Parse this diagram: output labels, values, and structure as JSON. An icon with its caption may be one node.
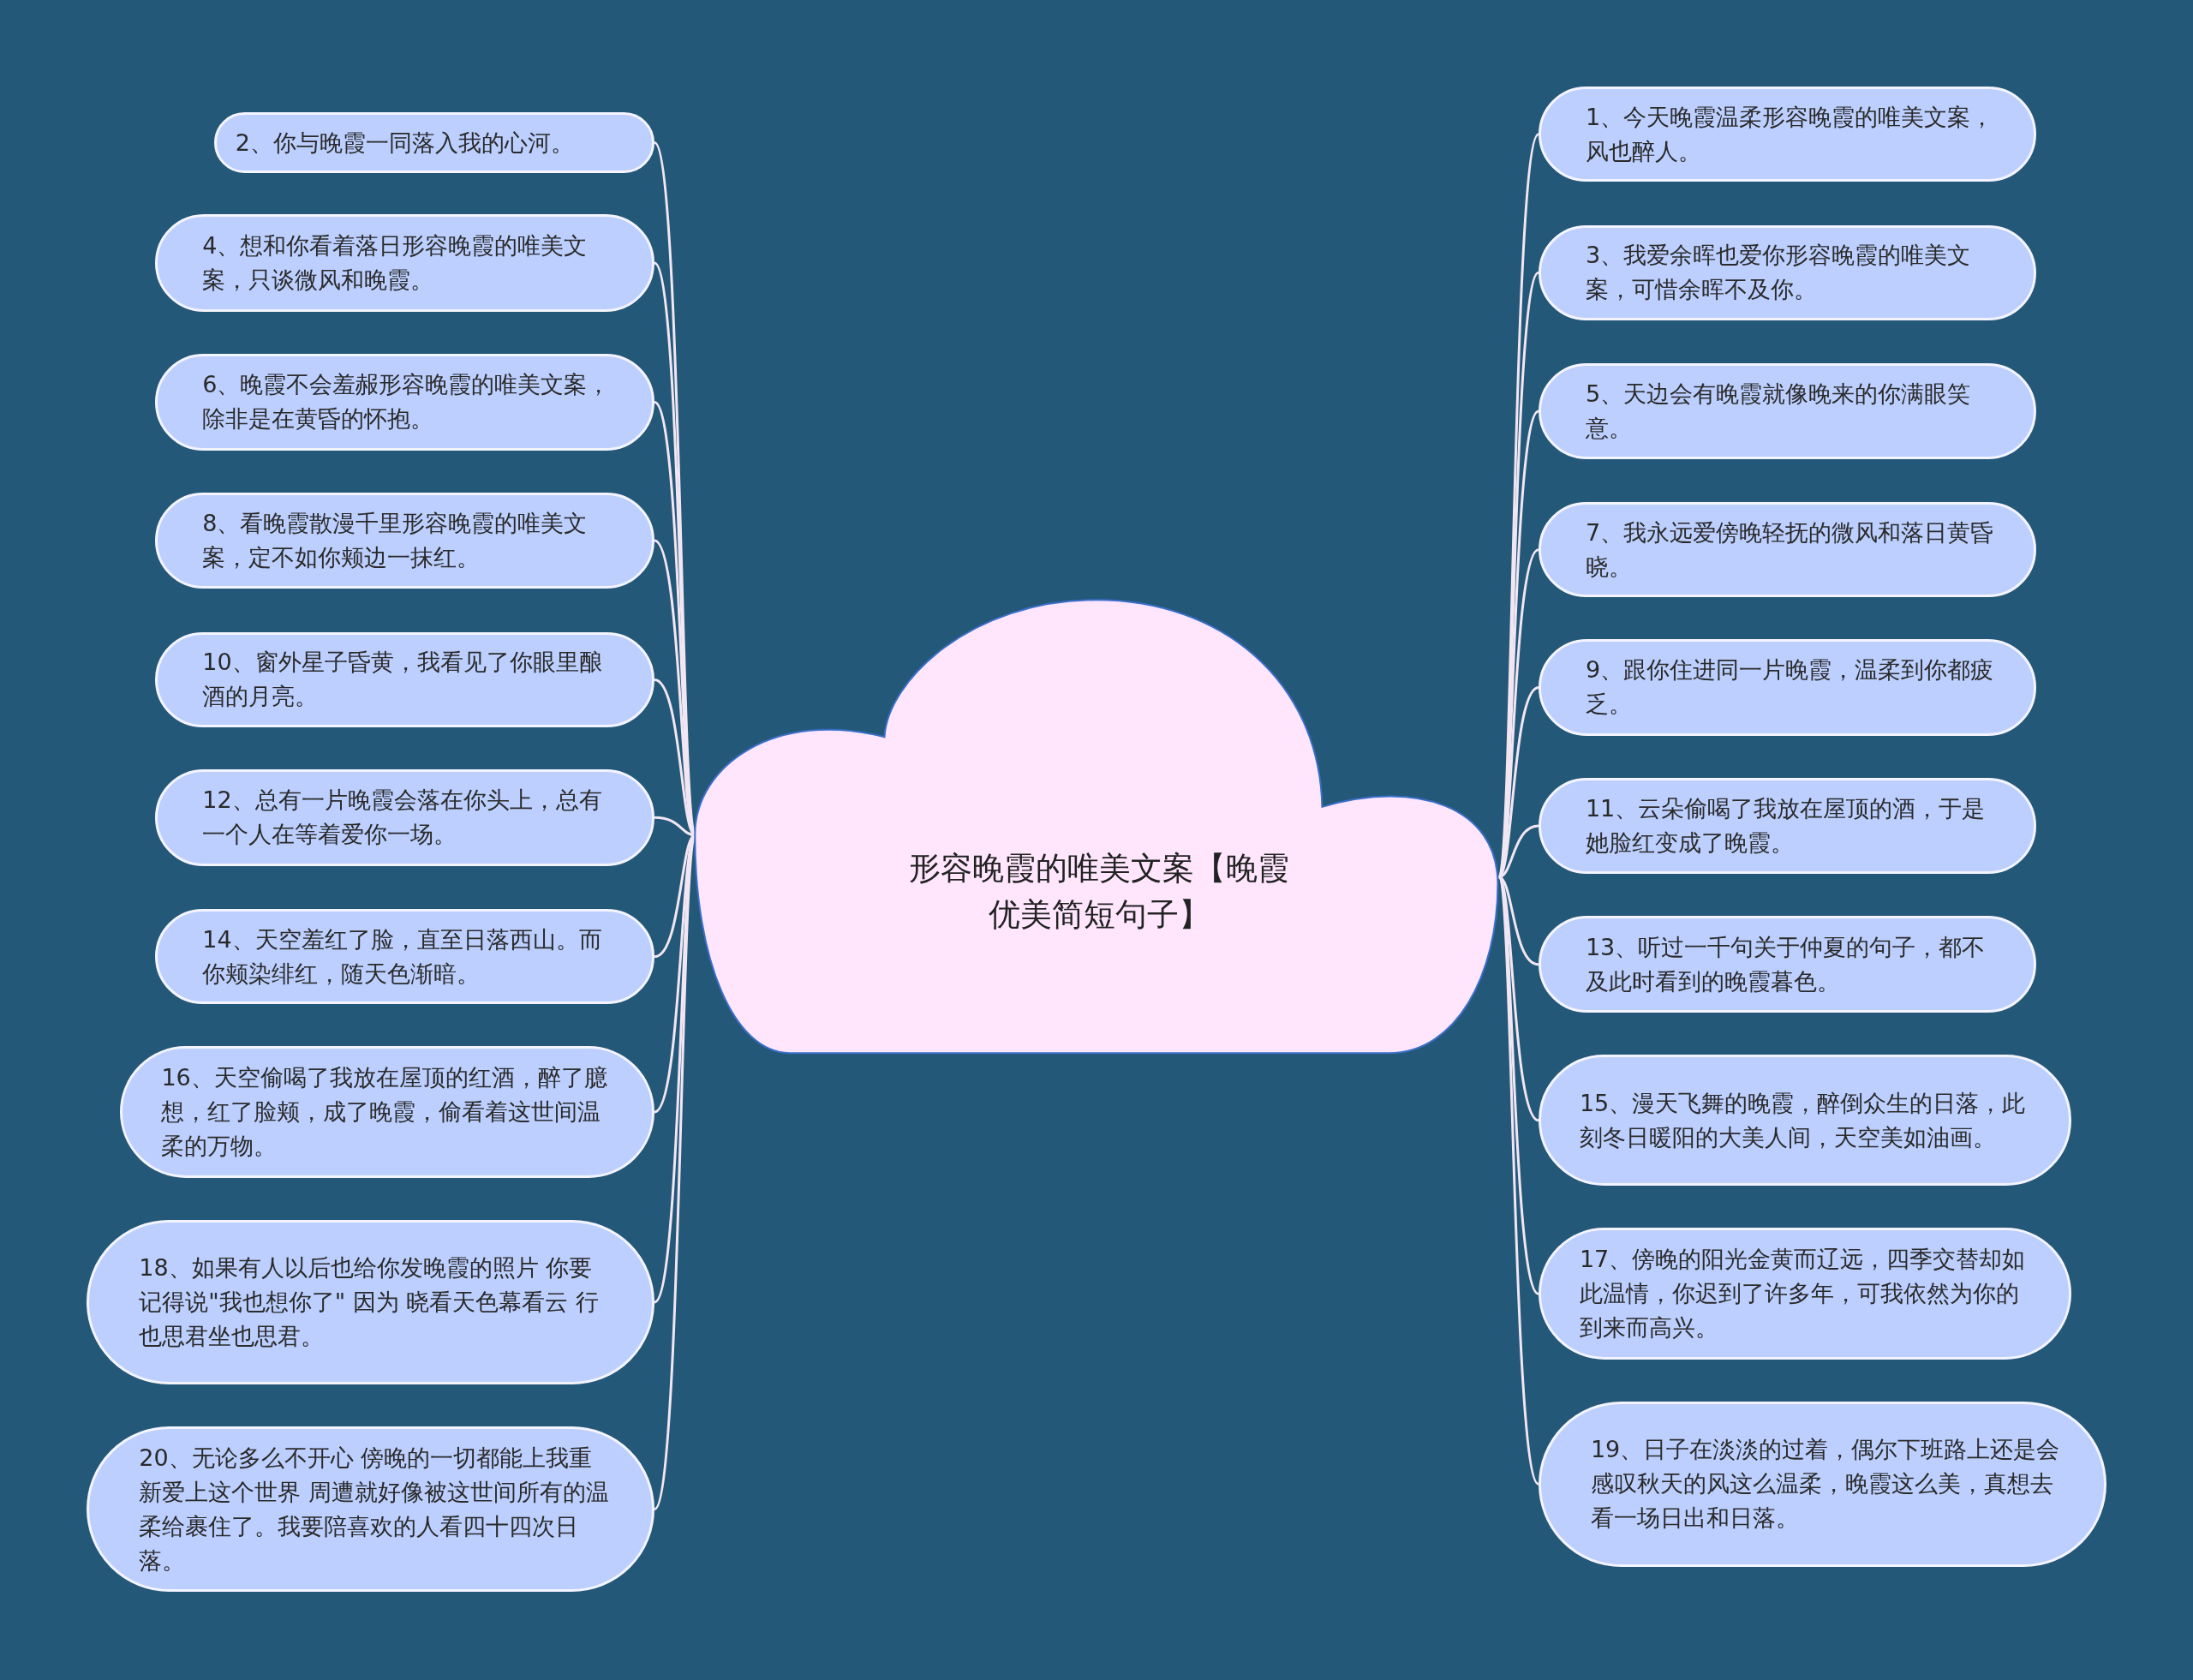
{
  "diagram": {
    "nodes": [
      {
        "text": [
          "形容晚霞的唯美文案【晚霞优美简短句子】"
        ]
      },
      {
        "text": [
          "1、今天晚霞温柔形容晚霞的唯美文案，风也醉人。"
        ]
      },
      {
        "text": [
          "2、你与晚霞一同落入我的心河。"
        ]
      },
      {
        "text": [
          "3、我爱余晖也爱你形容晚霞的唯美文案，可惜余晖不及你。"
        ]
      },
      {
        "text": [
          "4、想和你看着落日形容晚霞的唯美文案，只谈微风和晚霞。"
        ]
      },
      {
        "text": [
          "5、天边会有晚霞就像晚来的你满眼笑意。"
        ]
      },
      {
        "text": [
          "6、晚霞不会羞赧形容晚霞的唯美文案，除非是在黄昏的怀抱。"
        ]
      },
      {
        "text": [
          "7、我永远爱傍晚轻抚的微风和落日黄昏晓。"
        ]
      },
      {
        "text": [
          "8、看晚霞散漫千里形容晚霞的唯美文案，定不如你颊边一抹红。"
        ]
      },
      {
        "text": [
          "9、跟你住进同一片晚霞，温柔到你都疲乏。"
        ]
      },
      {
        "text": [
          "10、窗外星子昏黄，我看见了你眼里酿酒的月亮。"
        ]
      },
      {
        "text": [
          "11、云朵偷喝了我放在屋顶的酒，于是她脸红变成了晚霞。"
        ]
      },
      {
        "text": [
          "12、总有一片晚霞会落在你头上，总有一个人在等着爱你一场。"
        ]
      },
      {
        "text": [
          "13、听过一千句关于仲夏的句子，都不及此时看到的晚霞暮色。"
        ]
      },
      {
        "text": [
          "14、天空羞红了脸，直至日落西山。而你颊染绯红，随天色渐暗。"
        ]
      },
      {
        "text": [
          "15、漫天飞舞的晚霞，醉倒众生的日落，此刻冬日暖阳的大美人间，天空美如油画。"
        ]
      },
      {
        "text": [
          "16、天空偷喝了我放在屋顶的红酒，醉了臆想，红了脸颊，成了晚霞，偷看着这世间温柔的万物。"
        ]
      },
      {
        "text": [
          "17、傍晚的阳光金黄而辽远，四季交替却如此温情，你迟到了许多年，可我依然为你的到来而高兴。"
        ]
      },
      {
        "text": [
          "18、如果有人以后也给你发晚霞的照片 你要记得说\"我也想你了\" 因为 晓看天色幕看云 行也思君坐也思君。"
        ]
      },
      {
        "text": [
          "19、日子在淡淡的过着，偶尔下班路上还是会感叹秋天的风这么温柔，晚霞这么美，真想去看一场日出和日落。"
        ]
      },
      {
        "text": [
          "20、无论多么不开心 傍晚的一切都能上我重新爱上这个世界 周遭就好像被这世间所有的温柔给裹住了。我要陪喜欢的人看四十四次日落。"
        ]
      }
    ],
    "edges": [
      {
        "from": 0,
        "to": 1,
        "arrow": "none"
      },
      {
        "from": 0,
        "to": 2,
        "arrow": "none"
      },
      {
        "from": 0,
        "to": 3,
        "arrow": "none"
      },
      {
        "from": 0,
        "to": 4,
        "arrow": "none"
      },
      {
        "from": 0,
        "to": 5,
        "arrow": "none"
      },
      {
        "from": 0,
        "to": 6,
        "arrow": "none"
      },
      {
        "from": 0,
        "to": 7,
        "arrow": "none"
      },
      {
        "from": 0,
        "to": 8,
        "arrow": "none"
      },
      {
        "from": 0,
        "to": 9,
        "arrow": "none"
      },
      {
        "from": 0,
        "to": 10,
        "arrow": "none"
      },
      {
        "from": 0,
        "to": 11,
        "arrow": "none"
      },
      {
        "from": 0,
        "to": 12,
        "arrow": "none"
      },
      {
        "from": 0,
        "to": 13,
        "arrow": "none"
      },
      {
        "from": 0,
        "to": 14,
        "arrow": "none"
      },
      {
        "from": 0,
        "to": 15,
        "arrow": "none"
      },
      {
        "from": 0,
        "to": 16,
        "arrow": "none"
      },
      {
        "from": 0,
        "to": 17,
        "arrow": "none"
      },
      {
        "from": 0,
        "to": 18,
        "arrow": "none"
      },
      {
        "from": 0,
        "to": 19,
        "arrow": "none"
      },
      {
        "from": 0,
        "to": 20,
        "arrow": "none"
      }
    ]
  }
}
